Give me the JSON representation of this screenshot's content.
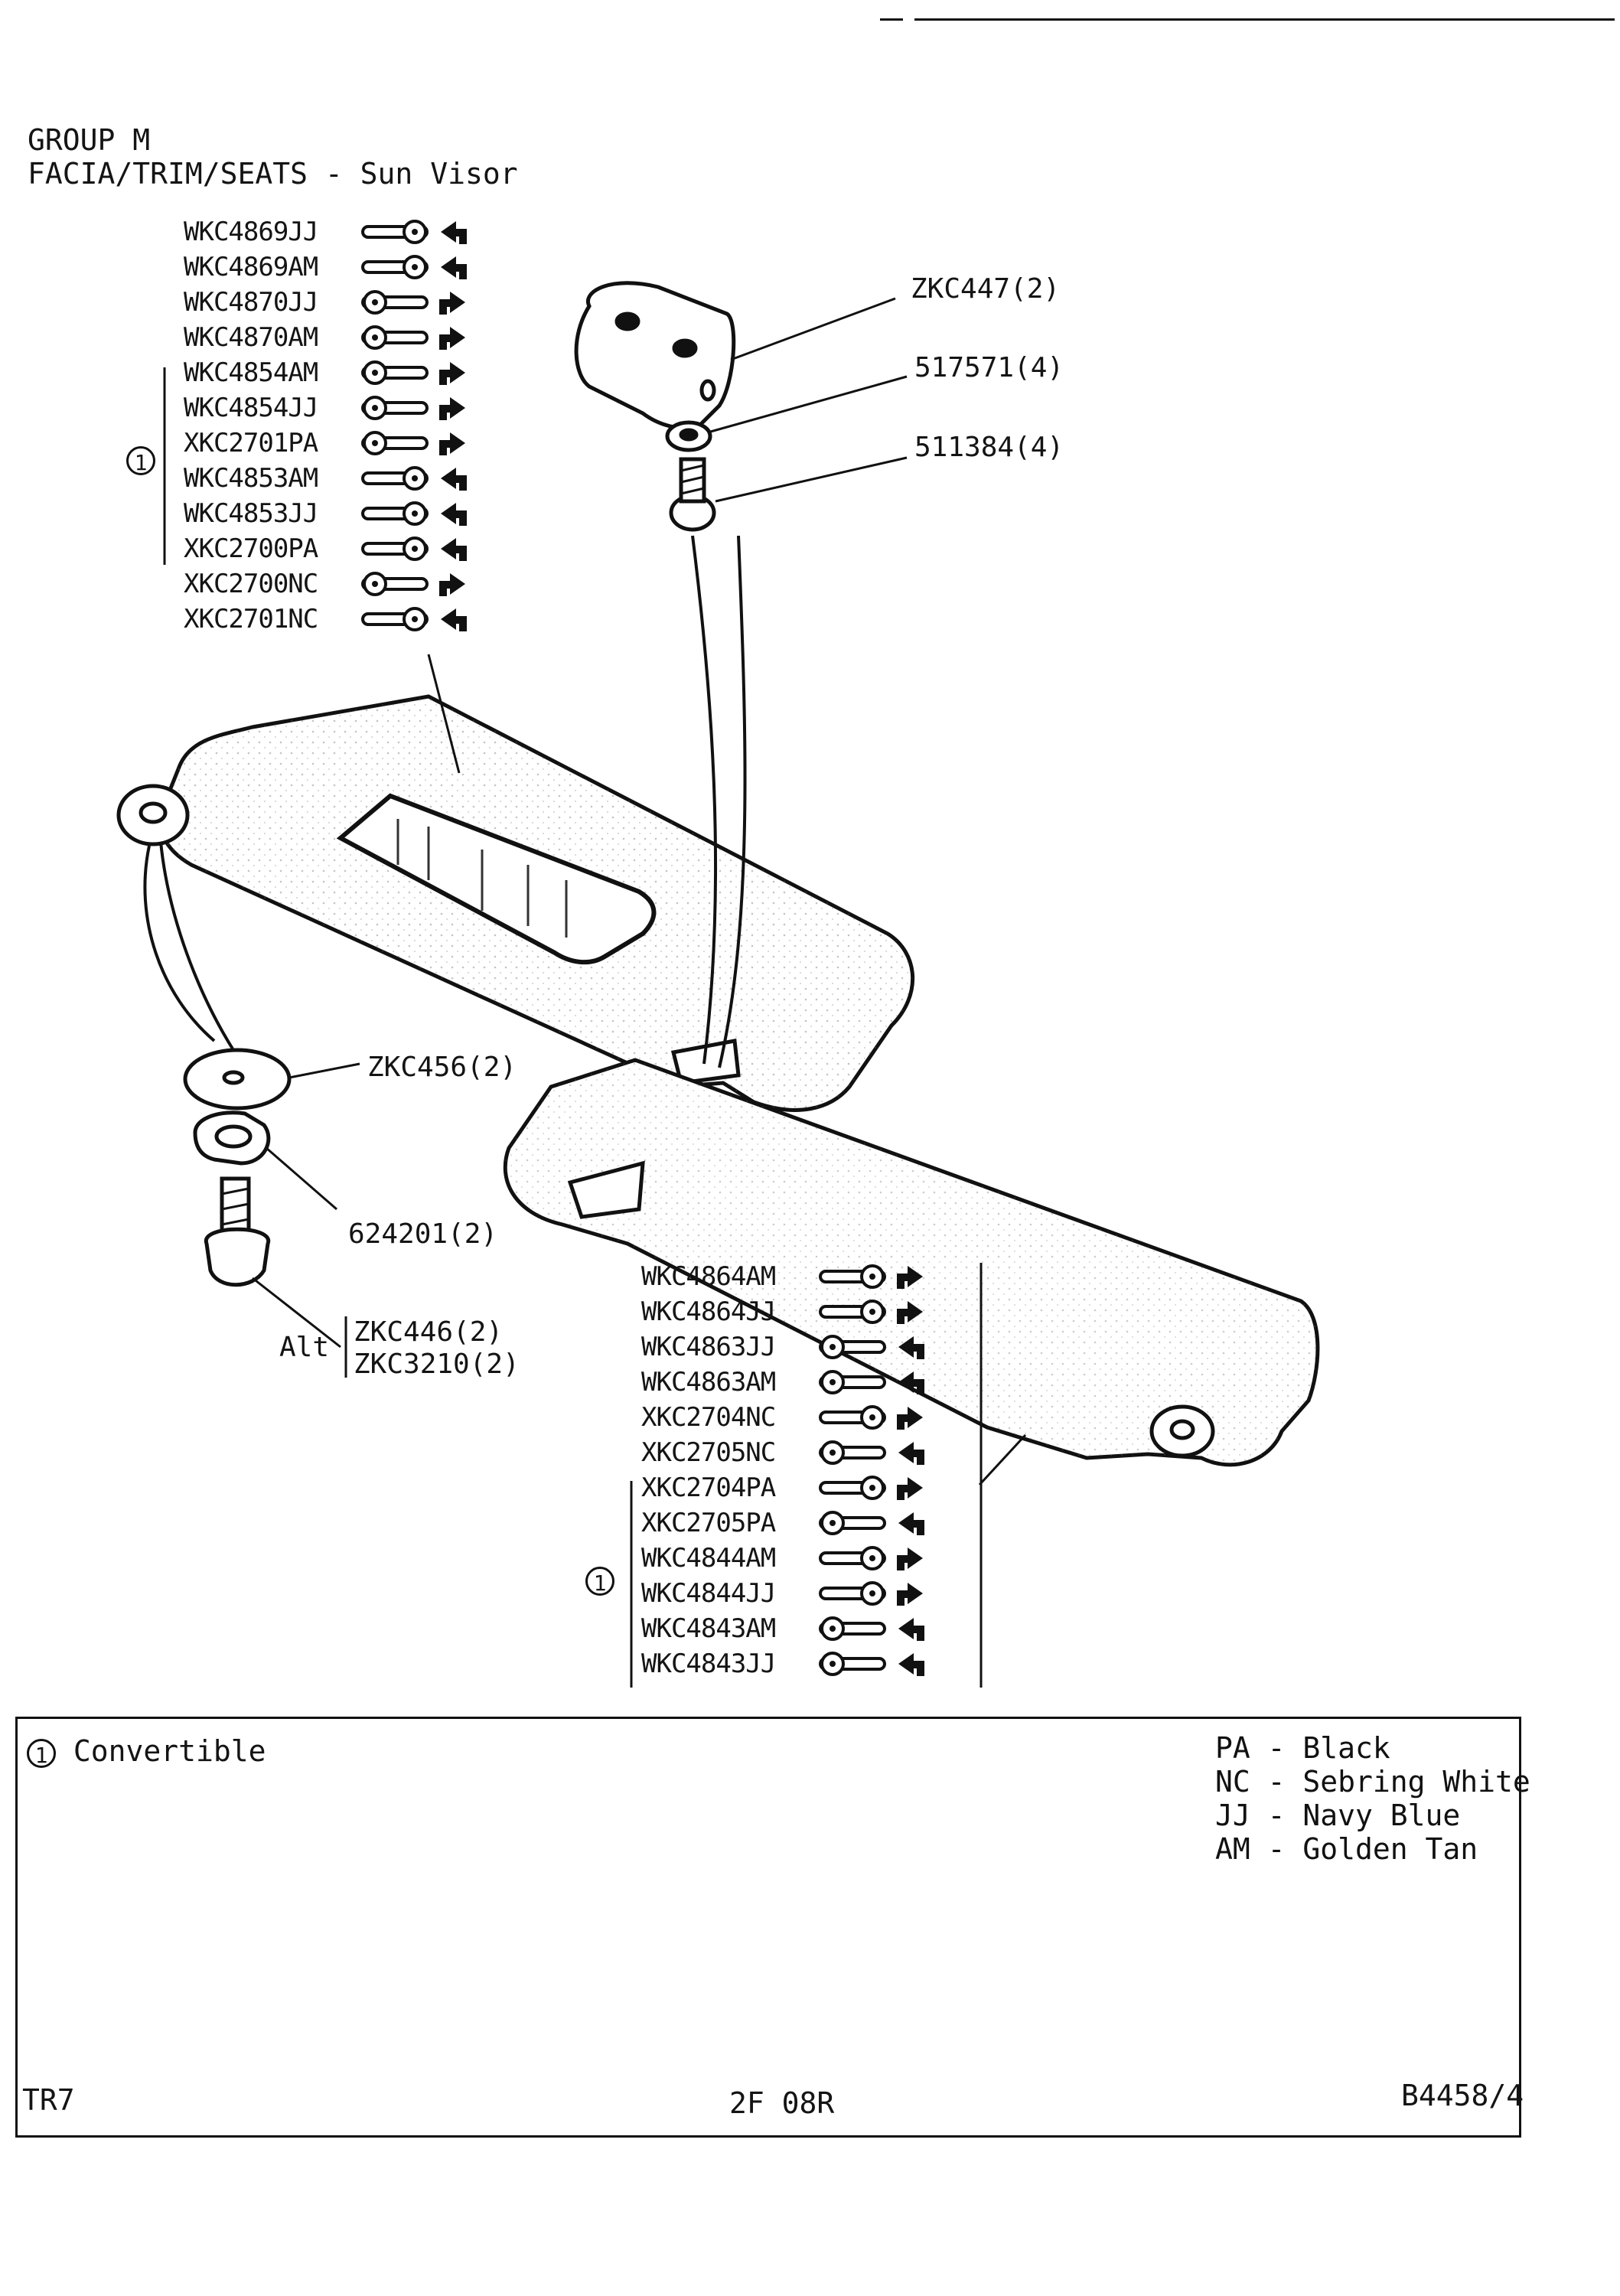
{
  "header": {
    "group": "GROUP M",
    "section": "FACIA/TRIM/SEATS - Sun Visor"
  },
  "top_parts": [
    {
      "code": "WKC4869JJ",
      "pivot": "right",
      "arrow": "left"
    },
    {
      "code": "WKC4869AM",
      "pivot": "right",
      "arrow": "left"
    },
    {
      "code": "WKC4870JJ",
      "pivot": "left",
      "arrow": "right"
    },
    {
      "code": "WKC4870AM",
      "pivot": "left",
      "arrow": "right"
    },
    {
      "code": "WKC4854AM",
      "pivot": "left",
      "arrow": "right"
    },
    {
      "code": "WKC4854JJ",
      "pivot": "left",
      "arrow": "right"
    },
    {
      "code": "XKC2701PA",
      "pivot": "left",
      "arrow": "right"
    },
    {
      "code": "WKC4853AM",
      "pivot": "right",
      "arrow": "left"
    },
    {
      "code": "WKC4853JJ",
      "pivot": "right",
      "arrow": "left"
    },
    {
      "code": "XKC2700PA",
      "pivot": "right",
      "arrow": "left"
    },
    {
      "code": "XKC2700NC",
      "pivot": "left",
      "arrow": "right"
    },
    {
      "code": "XKC2701NC",
      "pivot": "right",
      "arrow": "left"
    }
  ],
  "bottom_parts": [
    {
      "code": "WKC4864AM",
      "pivot": "right",
      "arrow": "right"
    },
    {
      "code": "WKC4864JJ",
      "pivot": "right",
      "arrow": "right"
    },
    {
      "code": "WKC4863JJ",
      "pivot": "left",
      "arrow": "left"
    },
    {
      "code": "WKC4863AM",
      "pivot": "left",
      "arrow": "left"
    },
    {
      "code": "XKC2704NC",
      "pivot": "right",
      "arrow": "right"
    },
    {
      "code": "XKC2705NC",
      "pivot": "left",
      "arrow": "left"
    },
    {
      "code": "XKC2704PA",
      "pivot": "right",
      "arrow": "right"
    },
    {
      "code": "XKC2705PA",
      "pivot": "left",
      "arrow": "left"
    },
    {
      "code": "WKC4844AM",
      "pivot": "right",
      "arrow": "right"
    },
    {
      "code": "WKC4844JJ",
      "pivot": "right",
      "arrow": "right"
    },
    {
      "code": "WKC4843AM",
      "pivot": "left",
      "arrow": "left"
    },
    {
      "code": "WKC4843JJ",
      "pivot": "left",
      "arrow": "left"
    }
  ],
  "callouts": {
    "zkc447": "ZKC447(2)",
    "p517571": "517571(4)",
    "p511384": "511384(4)",
    "zkc456": "ZKC456(2)",
    "p624201": "624201(2)",
    "alt": "Alt",
    "zkc446": "ZKC446(2)",
    "zkc3210": "ZKC3210(2)"
  },
  "marker": "1",
  "legend": {
    "note": "Convertible",
    "colours": [
      "PA - Black",
      "NC - Sebring White",
      "JJ - Navy Blue",
      "AM - Golden Tan"
    ]
  },
  "footer": {
    "model": "TR7",
    "ref": "2F 08R",
    "code": "B4458/4"
  },
  "colors": {
    "ink": "#141414",
    "paper": "#ffffff"
  }
}
